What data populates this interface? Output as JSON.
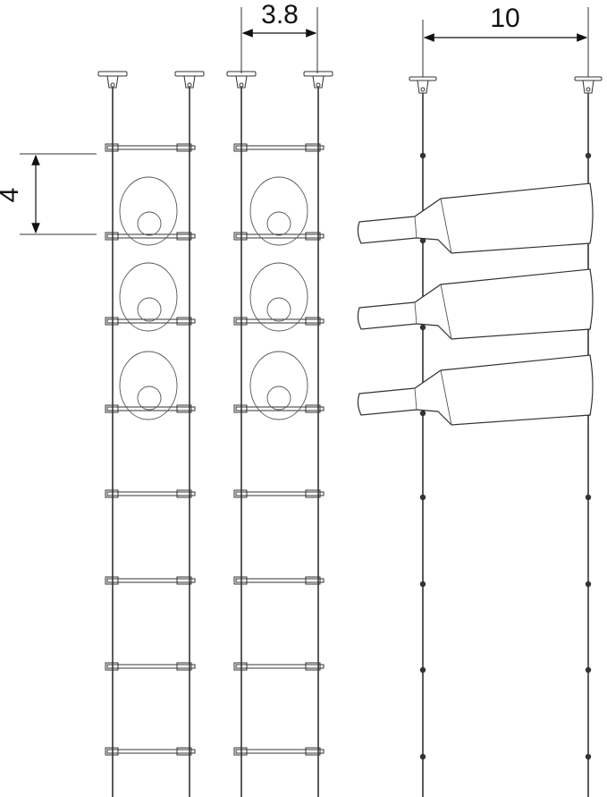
{
  "dimensions": {
    "height_label": "4",
    "width_label": "3.8",
    "depth_label": "10"
  },
  "colors": {
    "line": "#333333",
    "text": "#111111",
    "bottle": "#555555"
  },
  "views": {
    "front_columns": 2,
    "rungs_per_column": 8,
    "bottles_per_column": 3,
    "side_view_bottles": 3
  }
}
